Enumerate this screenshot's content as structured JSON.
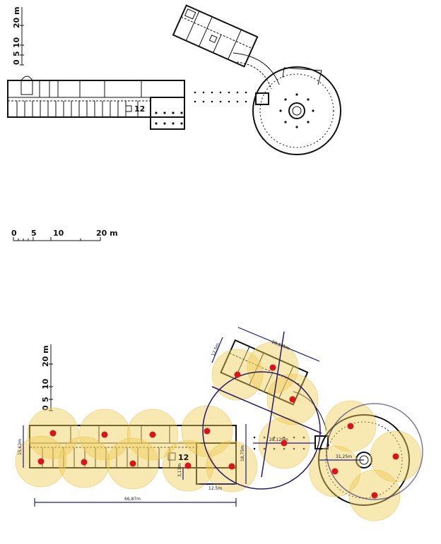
{
  "colors": {
    "coverage": "#f0cd55",
    "access_point": "#d9141c",
    "dimension": "#1a1a8c",
    "plan_line": "#111111"
  },
  "top_plan": {
    "vertical_scale_labels": [
      "0",
      "5",
      "10",
      "20 m"
    ],
    "building_label": "12"
  },
  "scale_bar": {
    "labels": [
      "0",
      "5",
      "10",
      "20 m"
    ]
  },
  "bottom_plan": {
    "vertical_scale_labels": [
      "0",
      "5",
      "10",
      "20 m"
    ],
    "building_label": "12",
    "dimensions": {
      "overall_length": "66,87m",
      "block_height": "15,62m",
      "annex_width": "12,5m",
      "annex_depth": "18,75m",
      "annex_small": "3,13m",
      "wing_length": "28,125m",
      "wing_width": "12,5m",
      "passage_length": "28,125m",
      "rotunda_radius": "31,25m"
    }
  }
}
